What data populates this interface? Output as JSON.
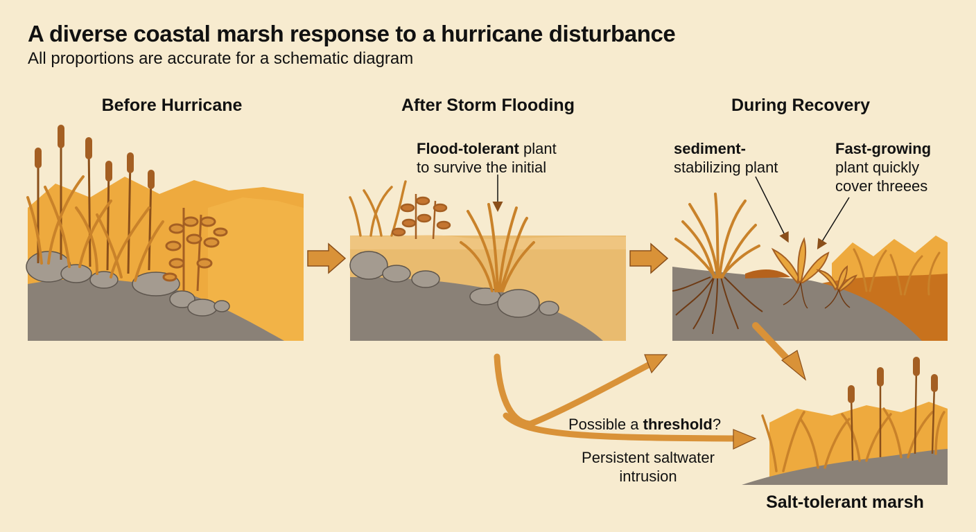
{
  "title": "A diverse coastal marsh response to a hurricane disturbance",
  "subtitle": "All proportions are accurate for a schematic diagram",
  "panels": {
    "before": {
      "title": "Before Hurricane"
    },
    "after": {
      "title": "After Storm Flooding"
    },
    "recovery": {
      "title": "During Recovery"
    },
    "salt": {
      "title": "Salt-tolerant marsh"
    }
  },
  "annotations": {
    "flood_tolerant": {
      "bold": "Flood-tolerant",
      "rest": " plant",
      "line2": "to survive the initial"
    },
    "sediment": {
      "bold": "sediment-",
      "line2": "stabilizing plant"
    },
    "fast_growing": {
      "bold": "Fast-growing",
      "line2": "plant quickly",
      "line3": "cover threees"
    },
    "threshold": {
      "pre": "Possible a ",
      "bold": "threshold",
      "post": "?"
    },
    "saltwater": {
      "line1": "Persistent saltwater",
      "line2": "intrusion"
    }
  },
  "colors": {
    "background": "#f7ebcf",
    "ground": "#8a8177",
    "grass": "#e9a63d",
    "plant": "#c9822a",
    "arrow": "#d99238",
    "water": "#e9bb6f"
  }
}
